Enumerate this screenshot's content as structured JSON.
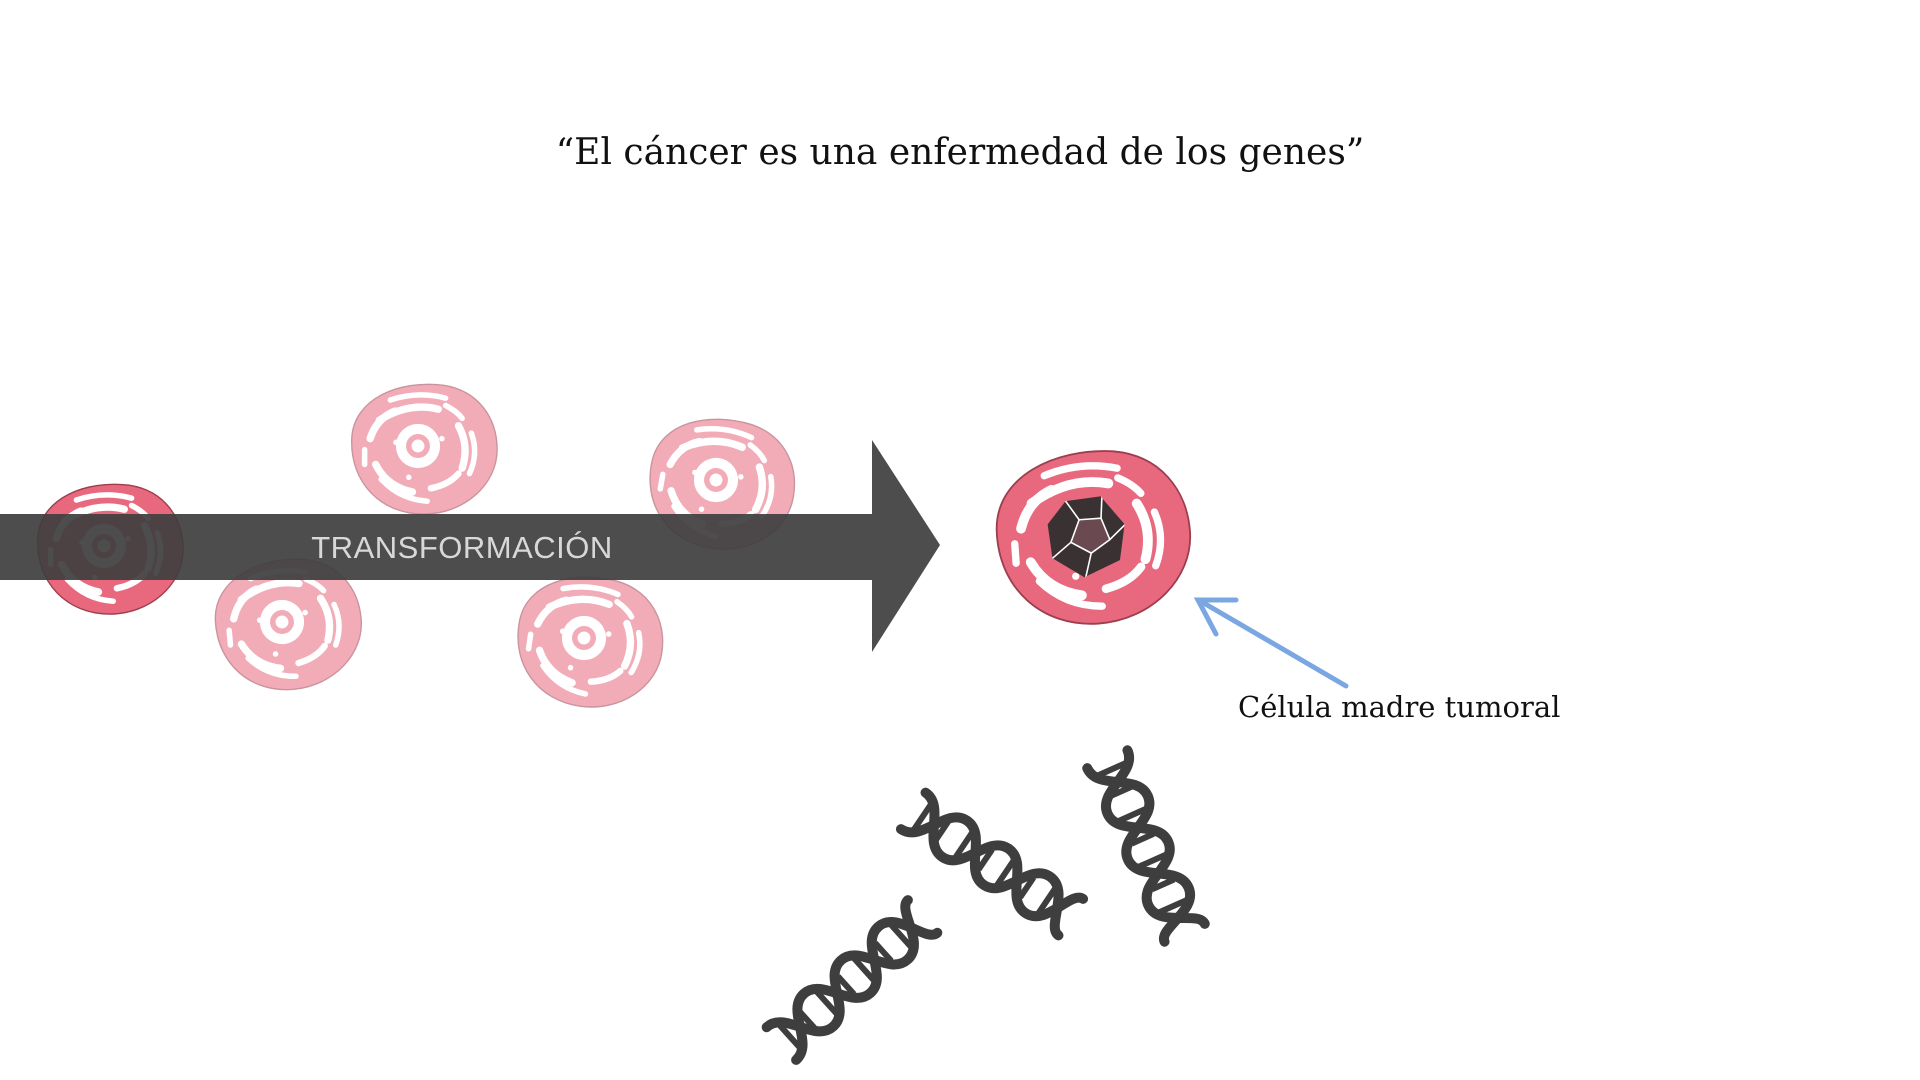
{
  "title": "“El cáncer es una enfermedad de los genes”",
  "arrow_label": "TRANSFORMACIÓN",
  "stem_cell_label": "Célula madre tumoral",
  "colors": {
    "cell_fill": "#e8697e",
    "cell_fill_faded": "#f2a3b1",
    "cell_stroke": "#9c3e4e",
    "arrow": "#3e3e3e",
    "pointer_arrow": "#7aa6e2",
    "dna": "#3e3e3e",
    "text": "#111111"
  },
  "icons": [
    "cell-icon",
    "stem-cell-icon",
    "dna-icon",
    "arrow-right-icon"
  ]
}
